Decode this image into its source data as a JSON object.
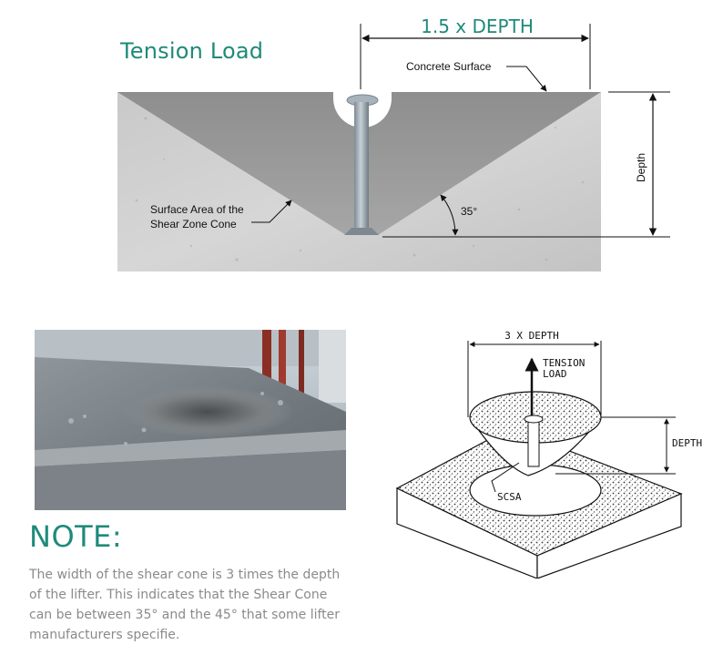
{
  "tension": {
    "title": "Tension Load",
    "width_label": "1.5 x DEPTH",
    "surface_label": "Concrete Surface",
    "depth_label": "Depth",
    "angle_label": "35°",
    "cone_label_line1": "Surface Area of the",
    "cone_label_line2": "Shear Zone Cone"
  },
  "isometric": {
    "width_label": "3 X DEPTH",
    "load_line1": "TENSION",
    "load_line2": "LOAD",
    "depth_label": "DEPTH",
    "anchor_label": "SCSA"
  },
  "note": {
    "heading": "NOTE:",
    "lines": [
      "The width of the shear cone is 3 times the depth",
      "of the lifter.  This indicates that the Shear Cone",
      "can be between 35° and the 45° that some lifter",
      "manufacturers specifie."
    ]
  },
  "colors": {
    "accent": "#1f8a7a",
    "note_text": "#8a8a8a"
  }
}
